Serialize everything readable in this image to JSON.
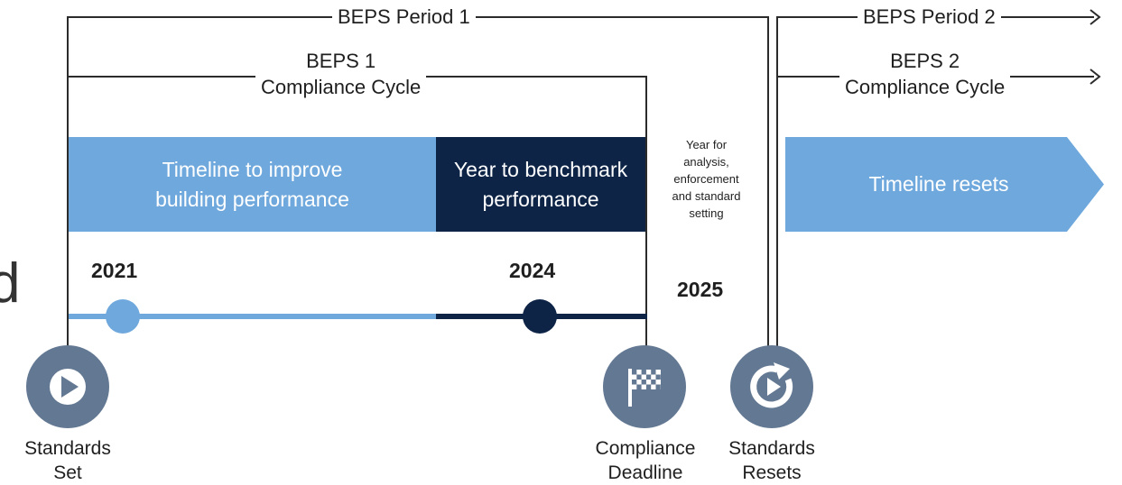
{
  "brackets": {
    "period1": "BEPS Period 1",
    "period2": "BEPS Period 2",
    "cycle1": [
      "BEPS 1",
      "Compliance Cycle"
    ],
    "cycle2": [
      "BEPS 2",
      "Compliance Cycle"
    ]
  },
  "bands": {
    "improve": [
      "Timeline to improve",
      "building performance"
    ],
    "benchmark": [
      "Year to benchmark",
      "performance"
    ],
    "analysis": [
      "Year for",
      "analysis,",
      "enforcement",
      "and standard",
      "setting"
    ],
    "resets": "Timeline resets"
  },
  "years": {
    "y2021": "2021",
    "y2024": "2024",
    "y2025": "2025"
  },
  "stray_letter": "d",
  "milestones": {
    "set": [
      "Standards",
      "Set"
    ],
    "deadline": [
      "Compliance",
      "Deadline"
    ],
    "resets": [
      "Standards",
      "Resets"
    ]
  },
  "icons": {
    "set": "play-icon",
    "deadline": "checkered-flag-icon",
    "resets": "reset-icon"
  },
  "colors": {
    "light_blue": "#6fa8dc",
    "navy": "#0d2447",
    "icon_gray": "#637892",
    "line": "#2b2b2b"
  }
}
